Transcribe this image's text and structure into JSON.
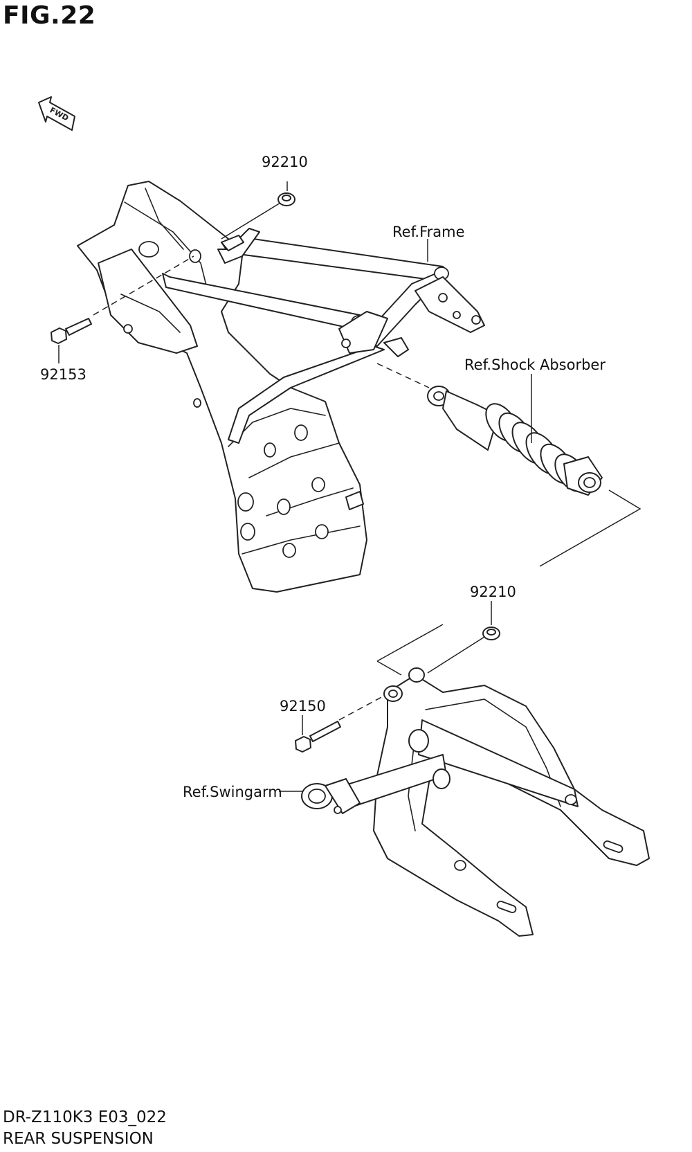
{
  "figure": {
    "title": "FIG.22"
  },
  "direction_badge": "FWD",
  "labels": {
    "part_92210_top": "92210",
    "ref_frame": "Ref.Frame",
    "part_92153": "92153",
    "ref_shock_absorber": "Ref.Shock Absorber",
    "part_92210_bottom": "92210",
    "part_92150": "92150",
    "ref_swingarm": "Ref.Swingarm"
  },
  "footer": {
    "model_code": "DR-Z110K3 E03_022",
    "section_name": "REAR SUSPENSION"
  }
}
